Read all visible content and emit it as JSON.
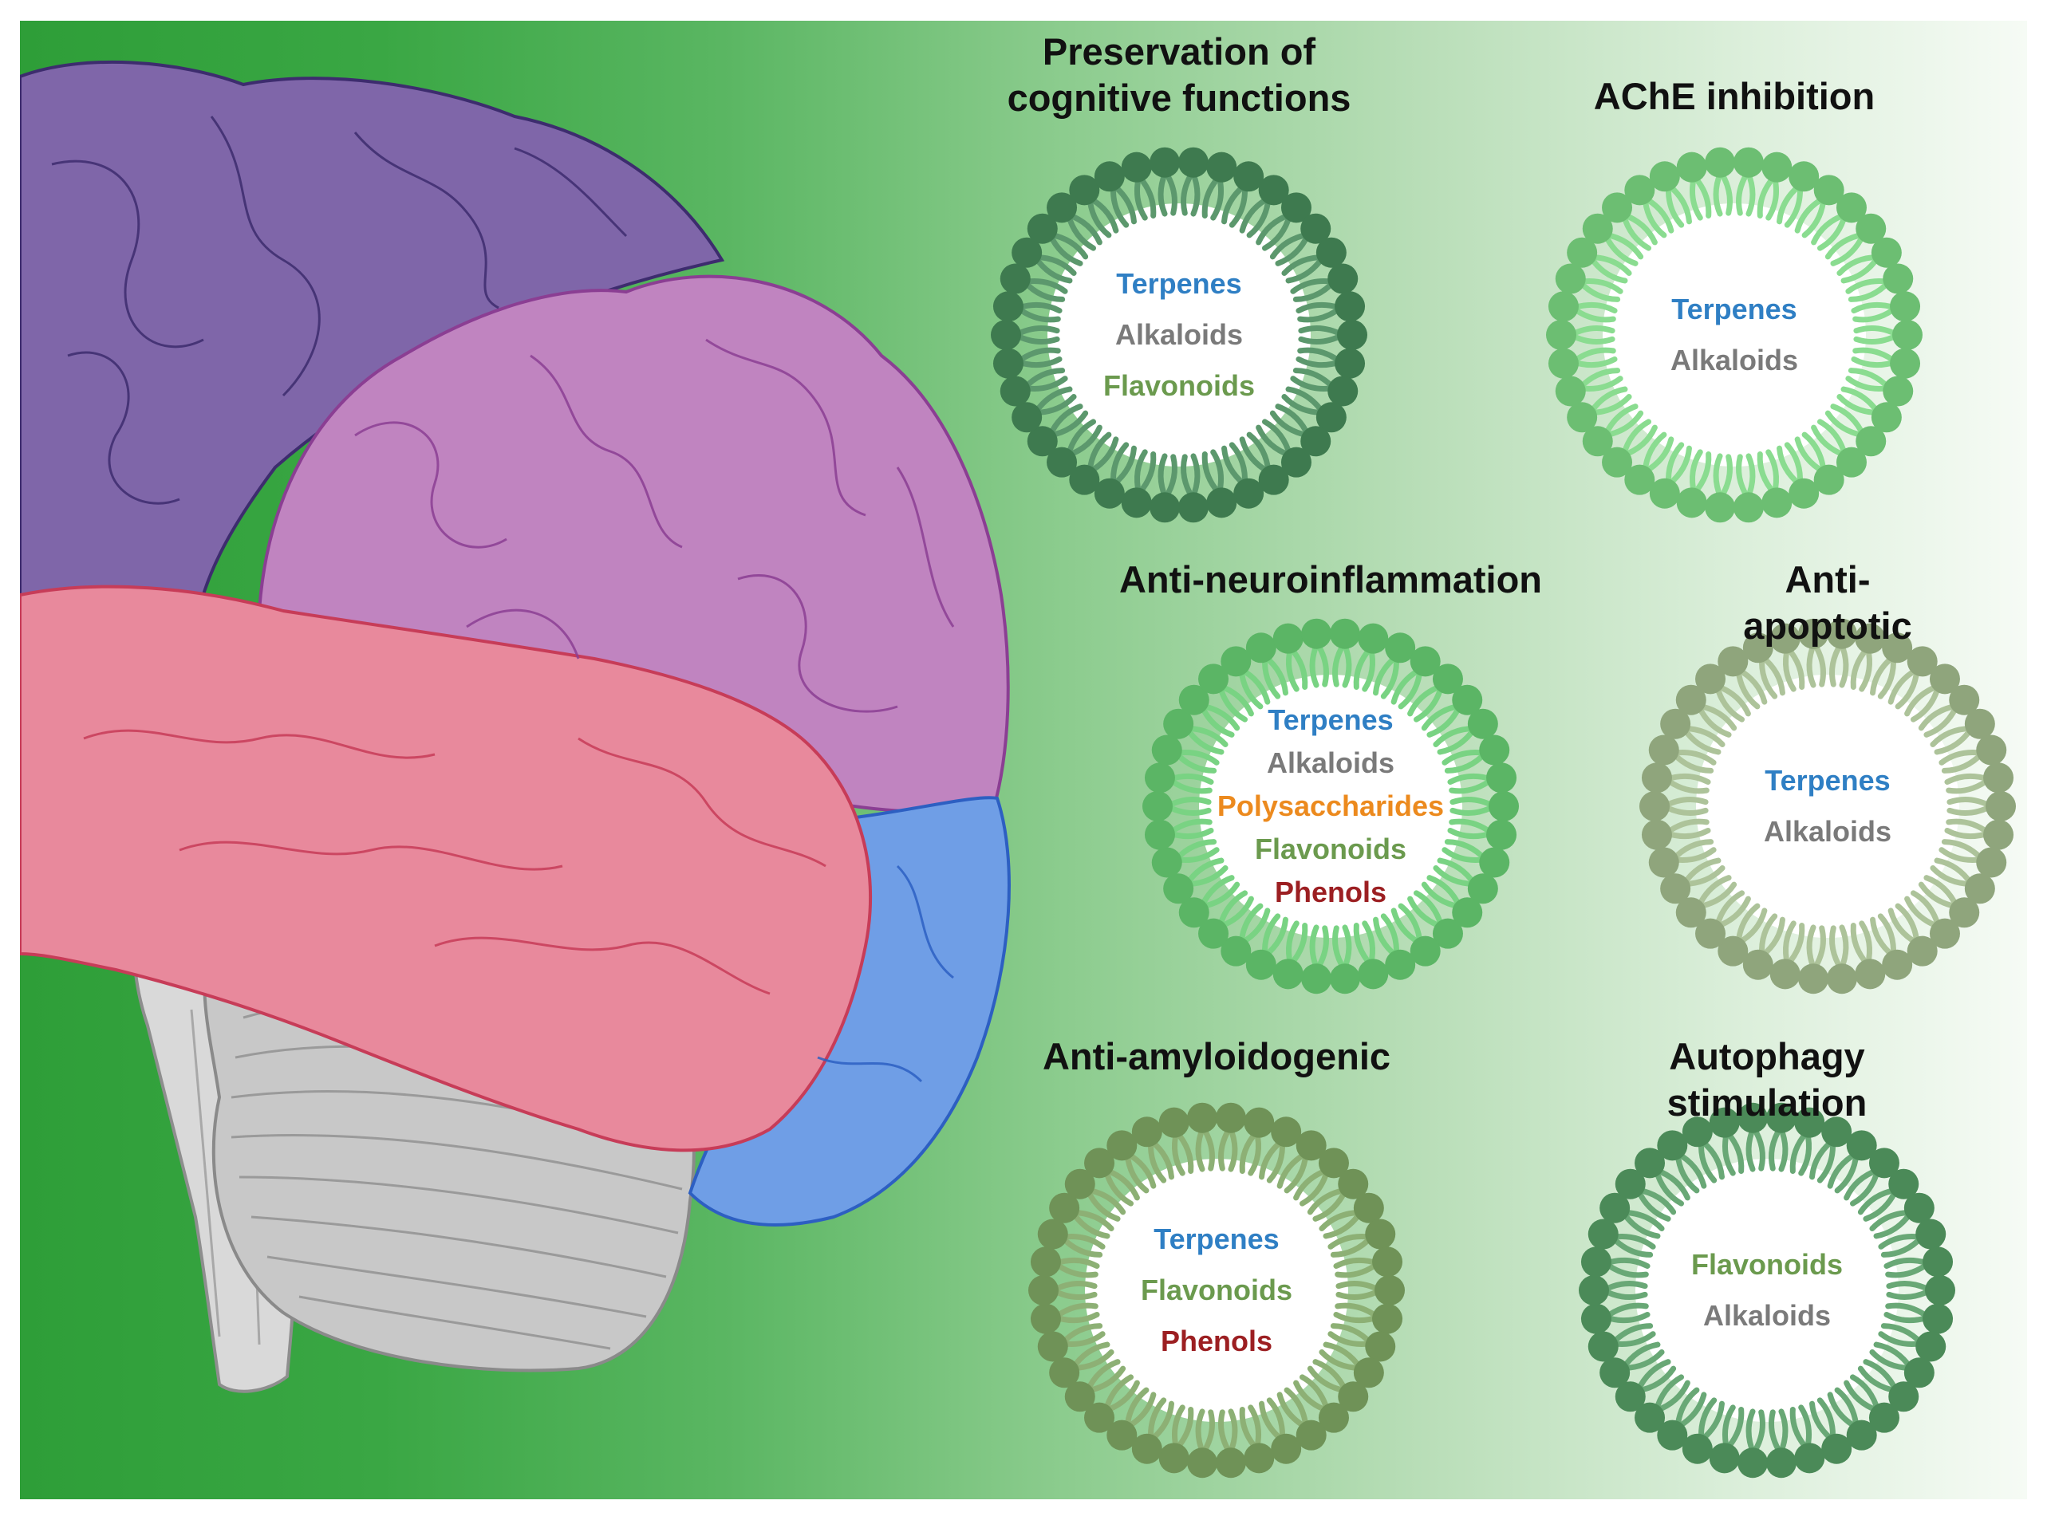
{
  "colors": {
    "terpenes": "#2f7fc4",
    "alkaloids": "#7a7a7a",
    "flavonoids": "#6b9a4e",
    "polysaccharides": "#ec8a1e",
    "phenols": "#9c1f22",
    "title": "#111111"
  },
  "brain": {
    "lobes": [
      {
        "name": "frontal",
        "color": "#7f66a9"
      },
      {
        "name": "parietal",
        "color": "#c084c0"
      },
      {
        "name": "temporal",
        "color": "#e8899c"
      },
      {
        "name": "occipital",
        "color": "#6f9ee6"
      },
      {
        "name": "cerebellum",
        "color": "#c8c8c8"
      }
    ]
  },
  "effects": [
    {
      "title": "Preservation of\ncognitive functions",
      "micelle_color": "#3e7a4f",
      "compounds": [
        {
          "name": "Terpenes",
          "class": "terpenes"
        },
        {
          "name": "Alkaloids",
          "class": "alkaloids"
        },
        {
          "name": "Flavonoids",
          "class": "flavonoids"
        }
      ]
    },
    {
      "title": "AChE inhibition",
      "micelle_color": "#6cbe72",
      "compounds": [
        {
          "name": "Terpenes",
          "class": "terpenes"
        },
        {
          "name": "Alkaloids",
          "class": "alkaloids"
        }
      ]
    },
    {
      "title": "Anti-neuroinflammation",
      "micelle_color": "#5bb565",
      "compounds": [
        {
          "name": "Terpenes",
          "class": "terpenes"
        },
        {
          "name": "Alkaloids",
          "class": "alkaloids"
        },
        {
          "name": "Polysaccharides",
          "class": "polysaccharides"
        },
        {
          "name": "Flavonoids",
          "class": "flavonoids"
        },
        {
          "name": "Phenols",
          "class": "phenols"
        }
      ]
    },
    {
      "title": "Anti-apoptotic",
      "micelle_color": "#8fa57c",
      "compounds": [
        {
          "name": "Terpenes",
          "class": "terpenes"
        },
        {
          "name": "Alkaloids",
          "class": "alkaloids"
        }
      ]
    },
    {
      "title": "Anti-amyloidogenic",
      "micelle_color": "#6f9257",
      "compounds": [
        {
          "name": "Terpenes",
          "class": "terpenes"
        },
        {
          "name": "Flavonoids",
          "class": "flavonoids"
        },
        {
          "name": "Phenols",
          "class": "phenols"
        }
      ]
    },
    {
      "title": "Autophagy stimulation",
      "micelle_color": "#4b8a58",
      "compounds": [
        {
          "name": "Flavonoids",
          "class": "flavonoids"
        },
        {
          "name": "Alkaloids",
          "class": "alkaloids"
        }
      ]
    }
  ]
}
